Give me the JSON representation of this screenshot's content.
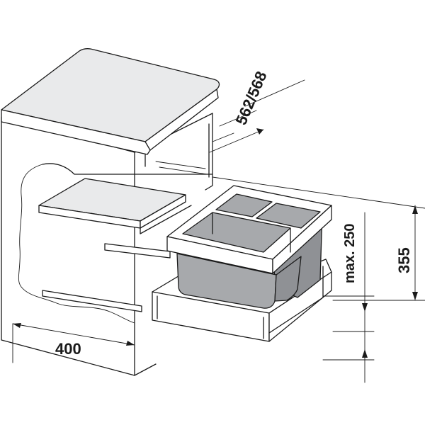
{
  "dimensions": {
    "depth_label": "562/568",
    "width_label": "400",
    "max_height_label": "max. 250",
    "height_label": "355"
  },
  "colors": {
    "line": "#1a1a1a",
    "bin_fill": "#a7a9ac",
    "background": "#ffffff"
  }
}
